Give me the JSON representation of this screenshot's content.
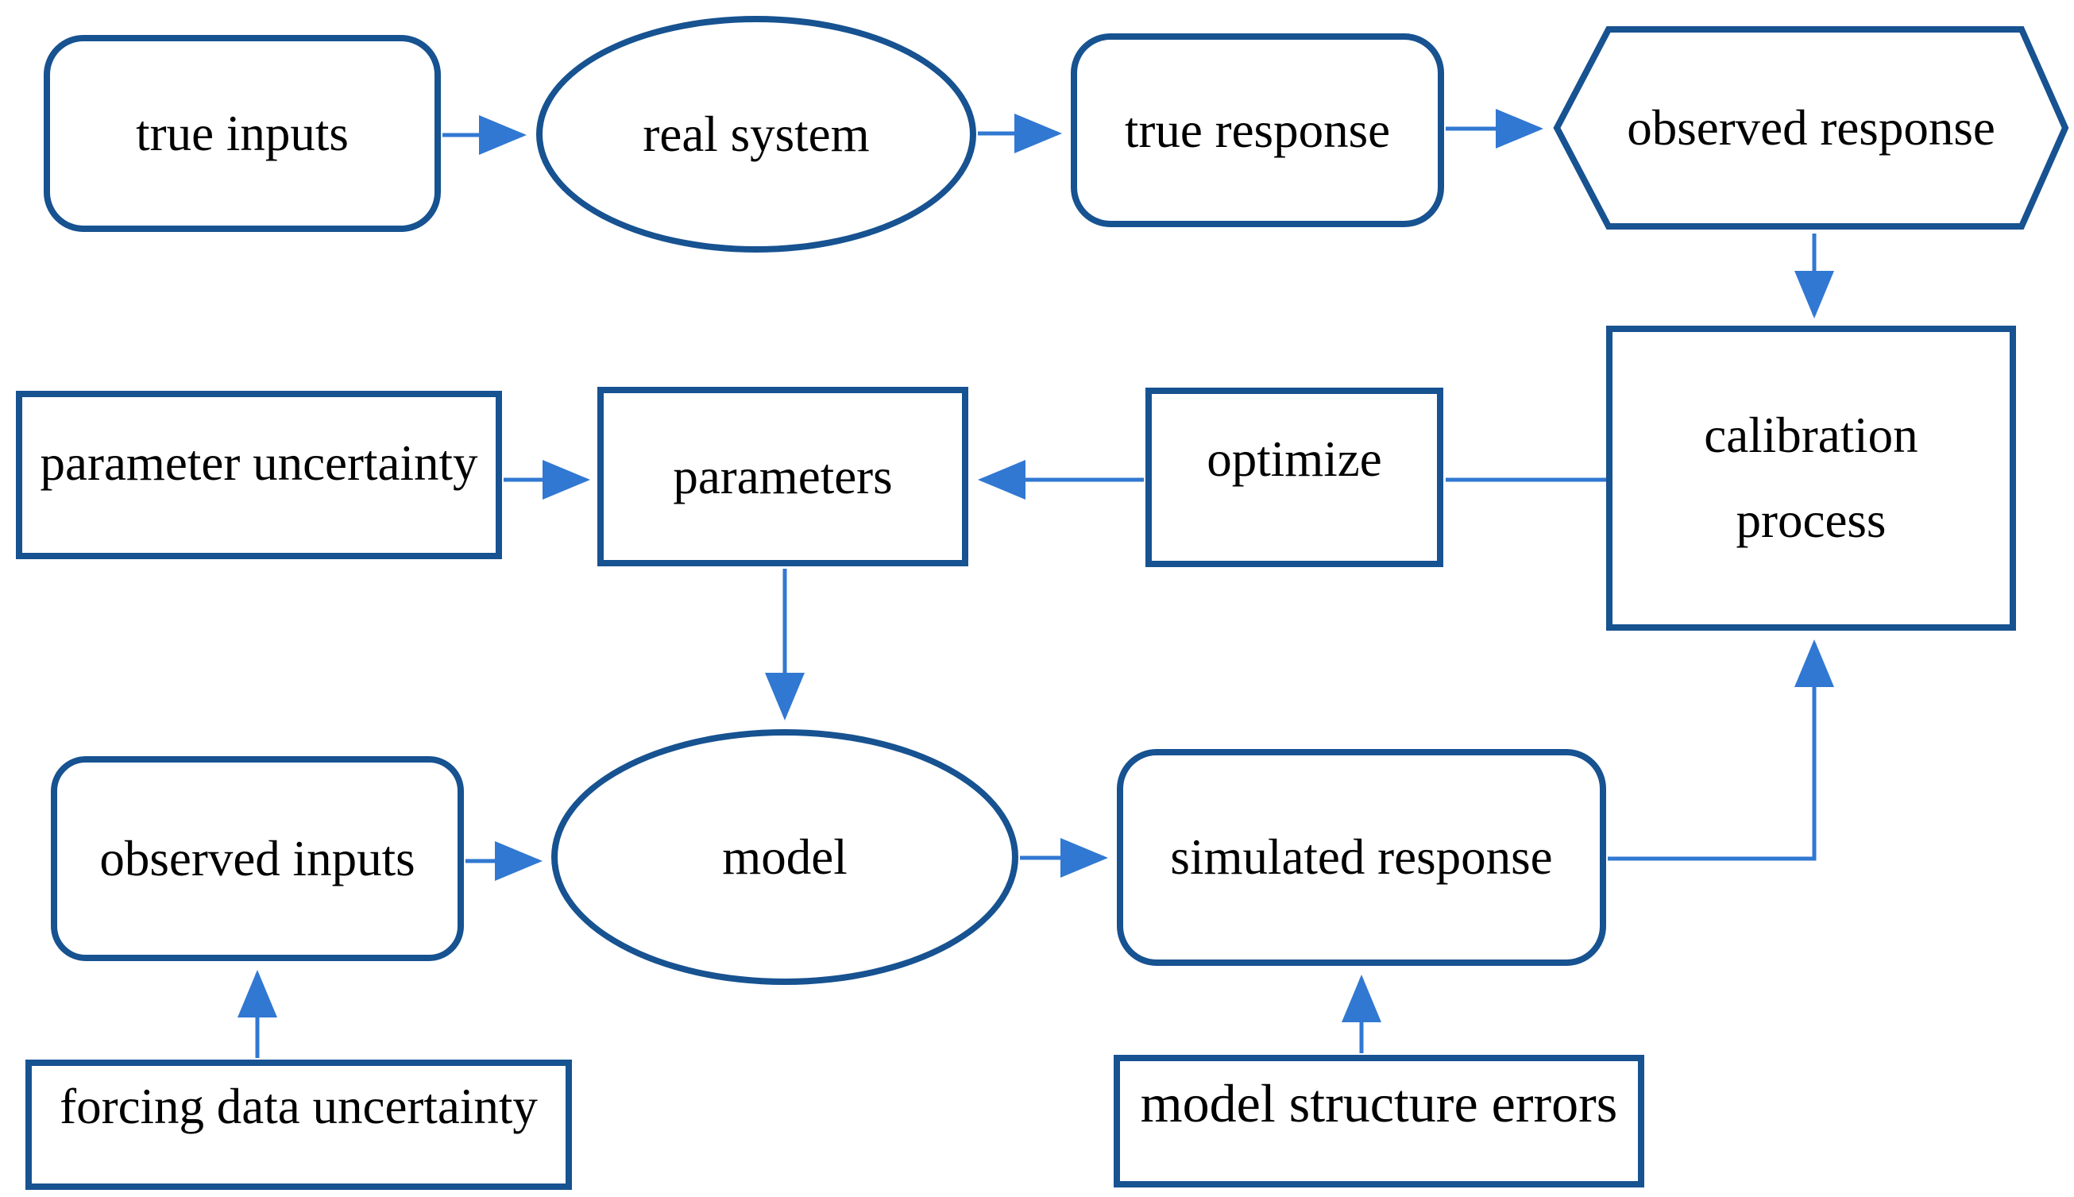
{
  "diagram": {
    "title": "model calibration process flowchart",
    "colors": {
      "stroke_color": "#175291",
      "arrow_color": "#3178d2",
      "text_color": "#000000",
      "background": "#ffffff"
    },
    "nodes": {
      "true_inputs": {
        "label": "true inputs",
        "shape": "rounded-rectangle"
      },
      "real_system": {
        "label": "real system",
        "shape": "ellipse"
      },
      "true_response": {
        "label": "true response",
        "shape": "rounded-rectangle"
      },
      "observed_response": {
        "label": "observed response",
        "shape": "hexagon"
      },
      "calibration_process": {
        "label_line1": "calibration",
        "label_line2": "process",
        "shape": "rectangle"
      },
      "parameter_uncertainty": {
        "label": "parameter uncertainty",
        "shape": "rectangle"
      },
      "parameters": {
        "label": "parameters",
        "shape": "rectangle"
      },
      "optimize": {
        "label": "optimize",
        "shape": "rectangle"
      },
      "observed_inputs": {
        "label": "observed inputs",
        "shape": "rounded-rectangle"
      },
      "model": {
        "label": "model",
        "shape": "ellipse"
      },
      "simulated_response": {
        "label": "simulated response",
        "shape": "rounded-rectangle"
      },
      "forcing_data_uncertainty": {
        "label": "forcing data uncertainty",
        "shape": "rectangle"
      },
      "model_structure_errors": {
        "label": "model structure errors",
        "shape": "rectangle"
      }
    },
    "edges": [
      "true inputs -> real system",
      "real system -> true response",
      "true response -> observed response",
      "observed response -> calibration process",
      "calibration process -> optimize",
      "optimize -> parameters",
      "parameter uncertainty -> parameters",
      "parameters -> model",
      "observed inputs -> model",
      "model -> simulated response",
      "forcing data uncertainty -> observed inputs",
      "model structure errors -> simulated response",
      "simulated response -> calibration process"
    ]
  }
}
